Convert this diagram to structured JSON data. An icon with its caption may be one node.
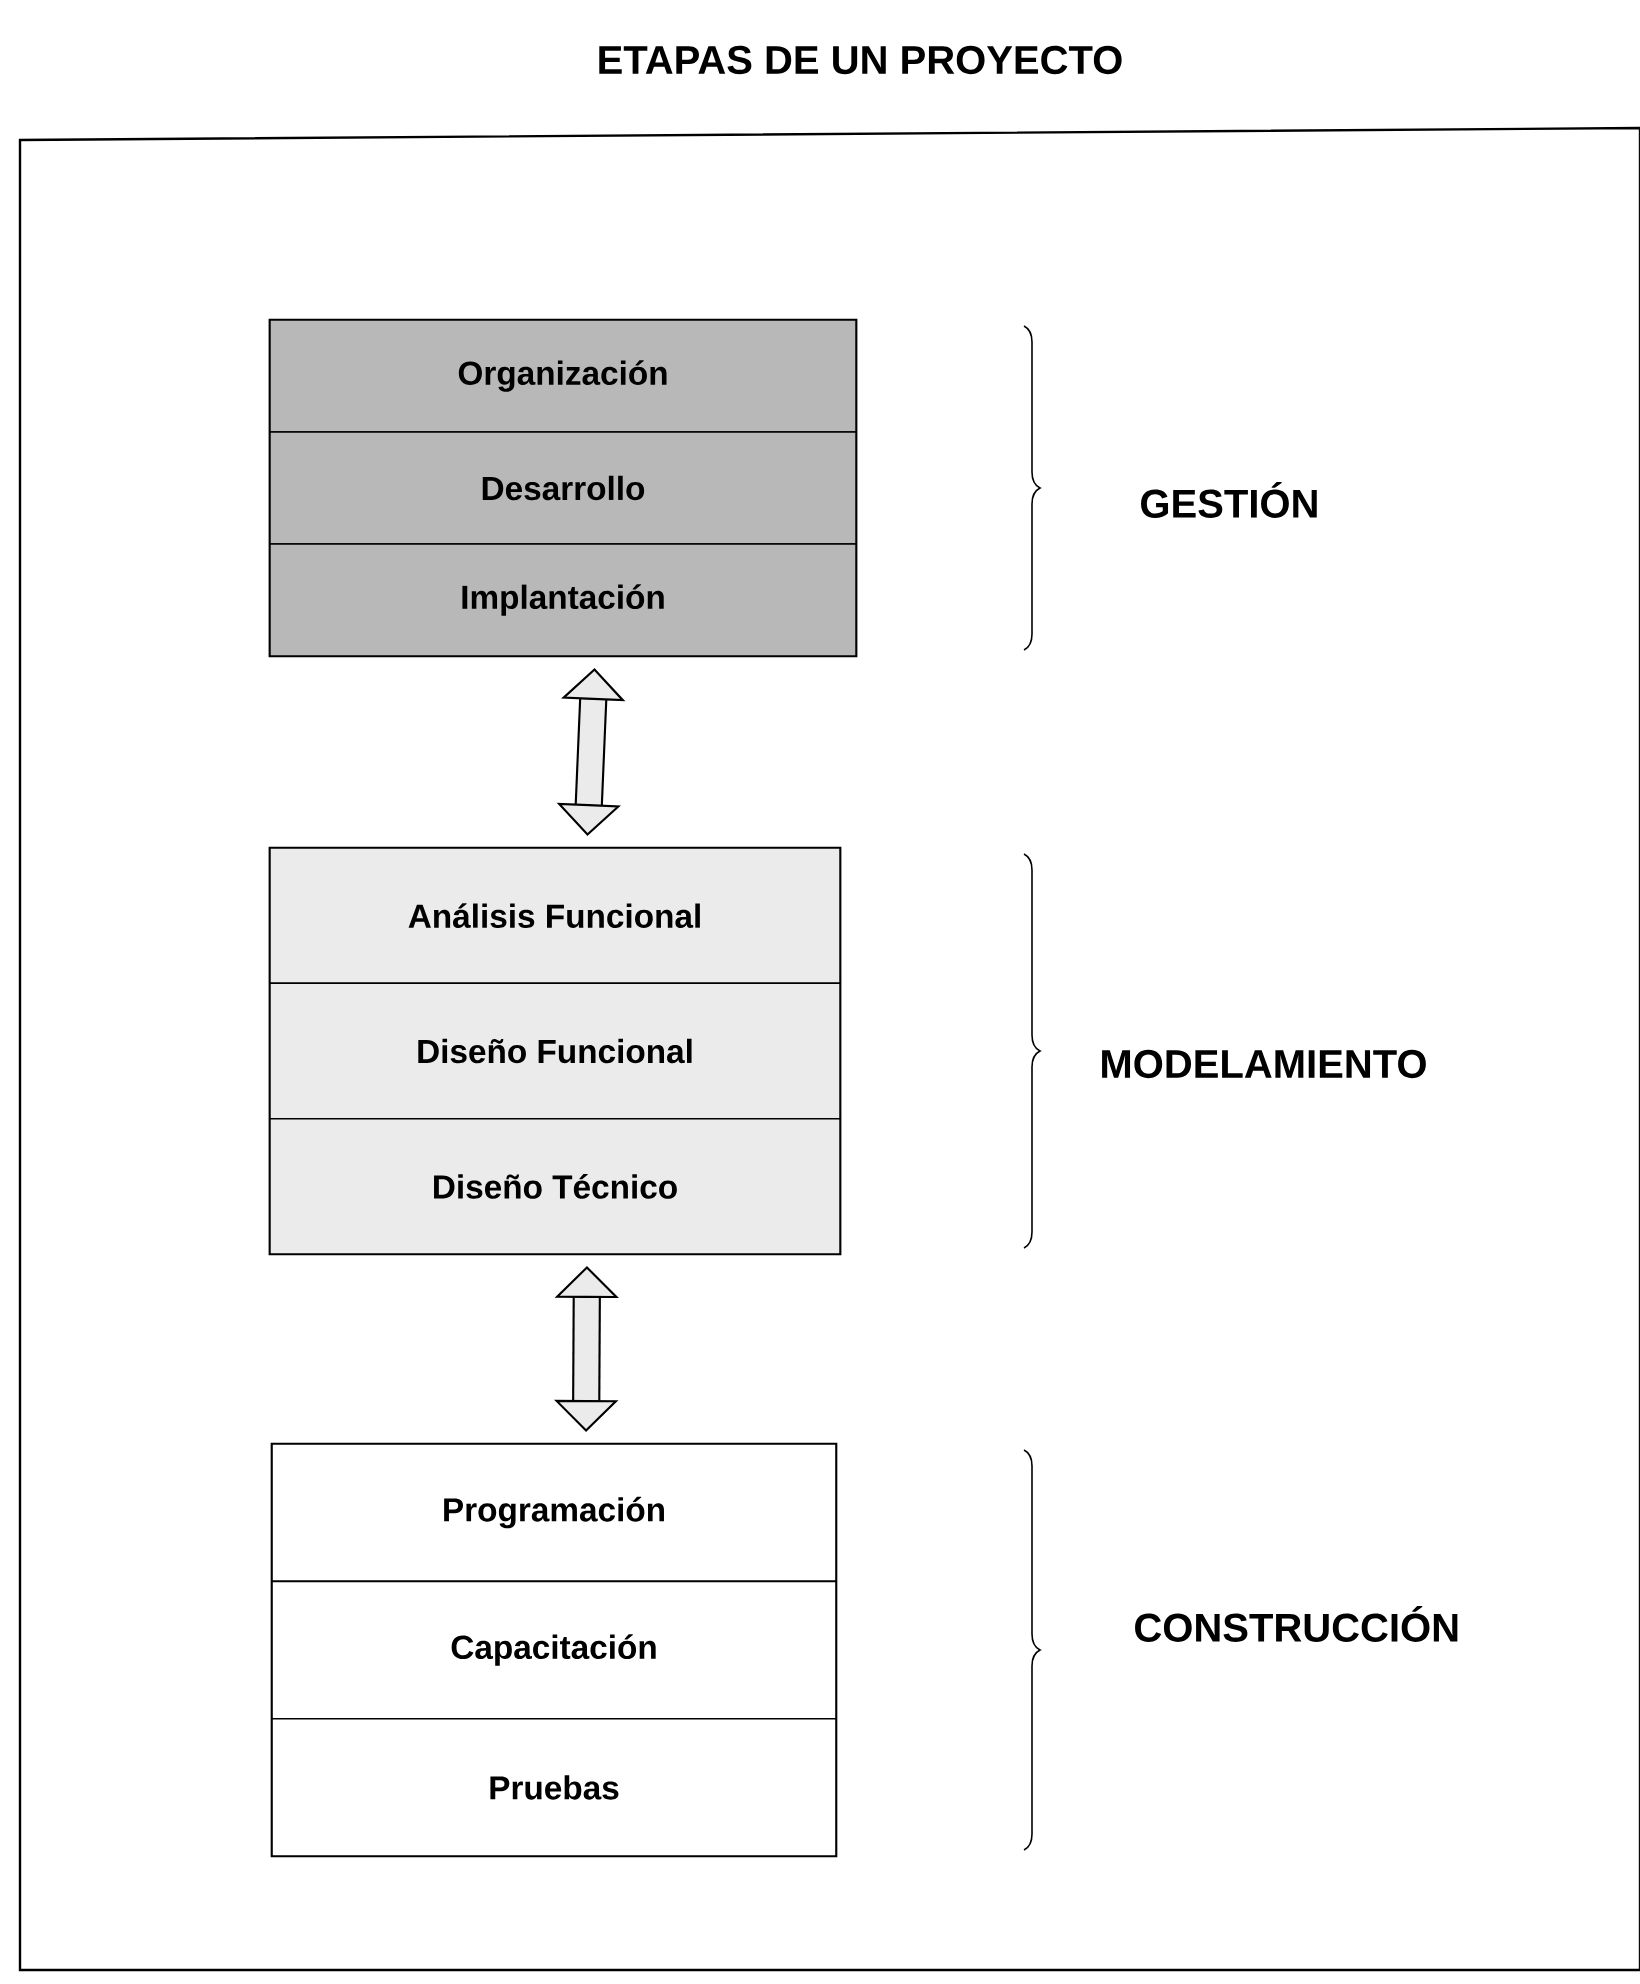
{
  "diagram": {
    "title": "ETAPAS DE UN PROYECTO",
    "nodes": [
      {
        "text": [],
        "shape": "box"
      },
      {
        "text": [
          "Organización"
        ],
        "in": 0
      },
      {
        "text": [
          "Desarrollo"
        ],
        "in": 0
      },
      {
        "text": [
          "Implantación"
        ],
        "in": 0
      },
      {
        "text": [],
        "shape": "box"
      },
      {
        "text": [
          "Análisis Funcional"
        ],
        "in": 4
      },
      {
        "text": [
          "Diseño Funcional"
        ],
        "in": 4
      },
      {
        "text": [
          "Diseño Técnico"
        ],
        "in": 4
      },
      {
        "text": [],
        "shape": "box"
      },
      {
        "text": [
          "Programación"
        ],
        "in": 8
      },
      {
        "text": [
          "Capacitación"
        ],
        "in": 8
      },
      {
        "text": [
          "Pruebas"
        ],
        "in": 8
      }
    ],
    "edges": [
      {
        "from": 0,
        "to": 4,
        "arrow": "both"
      },
      {
        "from": 4,
        "to": 8,
        "arrow": "both"
      }
    ],
    "labels": [
      "GESTIÓN",
      "MODELAMIENTO",
      "CONSTRUCCIÓN"
    ]
  }
}
